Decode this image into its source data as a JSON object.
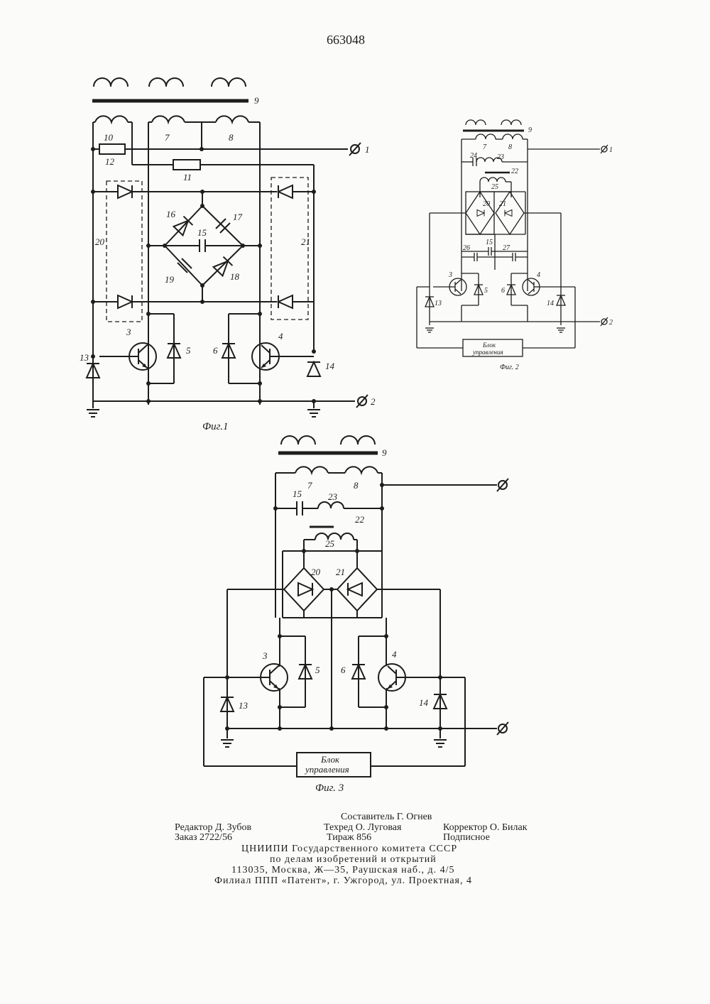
{
  "patent_number": "663048",
  "fig1": {
    "caption": "Фиг.1",
    "labels": {
      "l9": "9",
      "l10": "10",
      "l7": "7",
      "l8": "8",
      "l12": "12",
      "l11": "11",
      "l16": "16",
      "l17": "17",
      "l15": "15",
      "l19": "19",
      "l18": "18",
      "l20": "20",
      "l21": "21",
      "l3": "3",
      "l4": "4",
      "l5": "5",
      "l6": "6",
      "l13": "13",
      "l14": "14"
    },
    "terminal1": "1",
    "terminal2": "2"
  },
  "fig2": {
    "caption": "Фиг. 2",
    "labels": {
      "l9": "9",
      "l7": "7",
      "l8": "8",
      "l24": "24",
      "l23": "23",
      "l22": "22",
      "l25": "25",
      "l20": "20",
      "l21": "21",
      "l26": "26",
      "l15": "15",
      "l27": "27",
      "l3": "3",
      "l4": "4",
      "l5": "5",
      "l6": "6",
      "l13": "13",
      "l14": "14"
    },
    "terminal1": "1",
    "terminal2": "2",
    "block_line1": "Блок",
    "block_line2": "управления"
  },
  "fig3": {
    "caption": "Фиг. 3",
    "labels": {
      "l9": "9",
      "l7": "7",
      "l8": "8",
      "l15": "15",
      "l23": "23",
      "l22": "22",
      "l25": "25",
      "l20": "20",
      "l21": "21",
      "l3": "3",
      "l4": "4",
      "l5": "5",
      "l6": "6",
      "l13": "13",
      "l14": "14"
    },
    "block_line1": "Блок",
    "block_line2": "управления"
  },
  "colophon": {
    "compiler": "Составитель Г. Огнев",
    "editor": "Редактор Д. Зубов",
    "techred": "Техред О. Луговая",
    "corrector": "Корректор О. Билак",
    "order": "Заказ 2722/56",
    "circulation": "Тираж 856",
    "subscription": "Подписное",
    "org1": "ЦНИИПИ Государственного комитета СССР",
    "org2": "по делам изобретений и открытий",
    "address": "113035, Москва, Ж—35, Раушская наб., д. 4/5",
    "branch": "Филиал ППП «Патент», г. Ужгород, ул. Проектная, 4"
  }
}
